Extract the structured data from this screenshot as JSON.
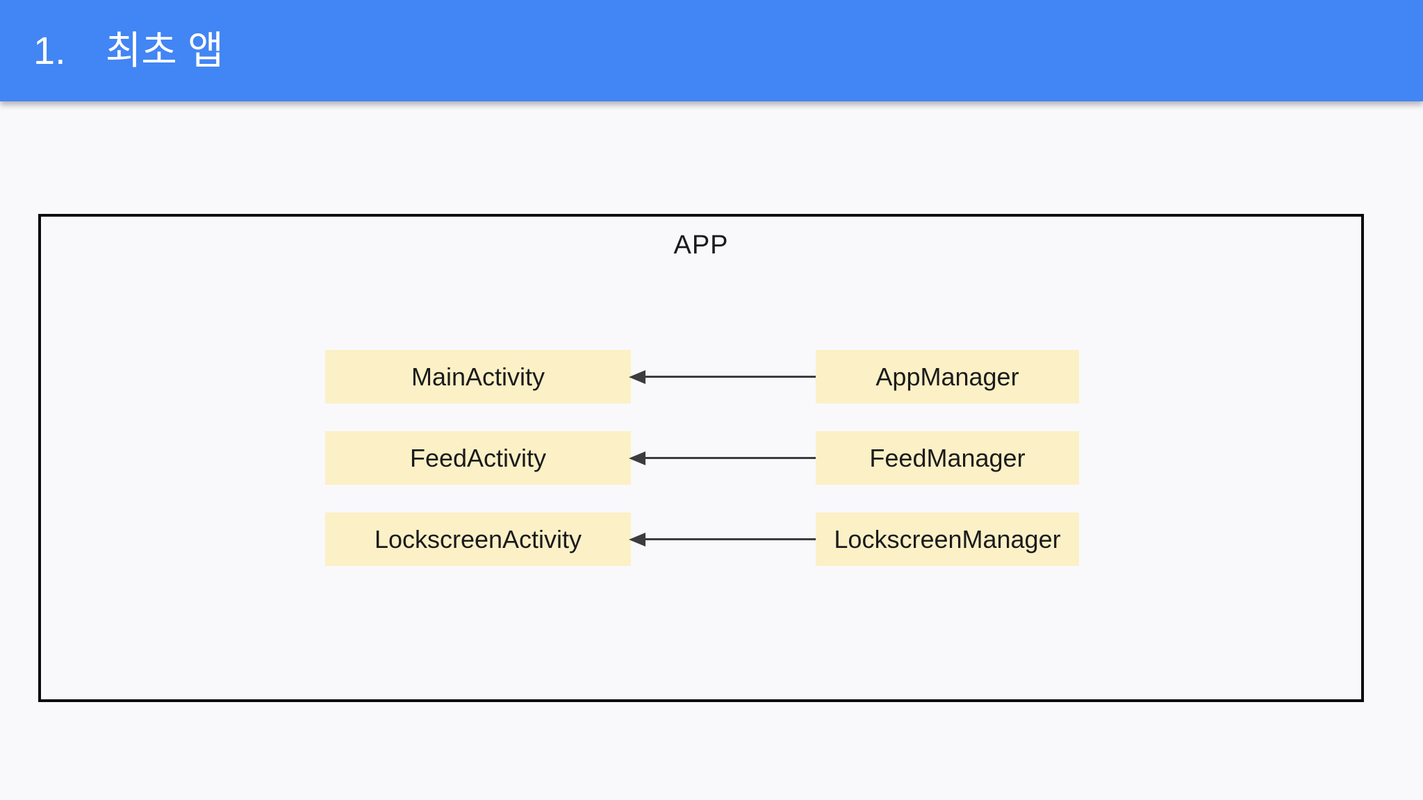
{
  "header": {
    "number": "1.",
    "title": "최초 앱"
  },
  "diagram": {
    "container_label": "APP",
    "rows": [
      {
        "activity": "MainActivity",
        "manager": "AppManager"
      },
      {
        "activity": "FeedActivity",
        "manager": "FeedManager"
      },
      {
        "activity": "LockscreenActivity",
        "manager": "LockscreenManager"
      }
    ],
    "arrow_direction": "manager-to-activity"
  },
  "colors": {
    "header_bg": "#4285f4",
    "header_text": "#ffffff",
    "page_bg": "#f9f8fb",
    "node_fill": "#fcf0c6",
    "node_text": "#1b1b1b",
    "frame_border": "#0a0a0a",
    "arrow": "#3c3c3c"
  }
}
